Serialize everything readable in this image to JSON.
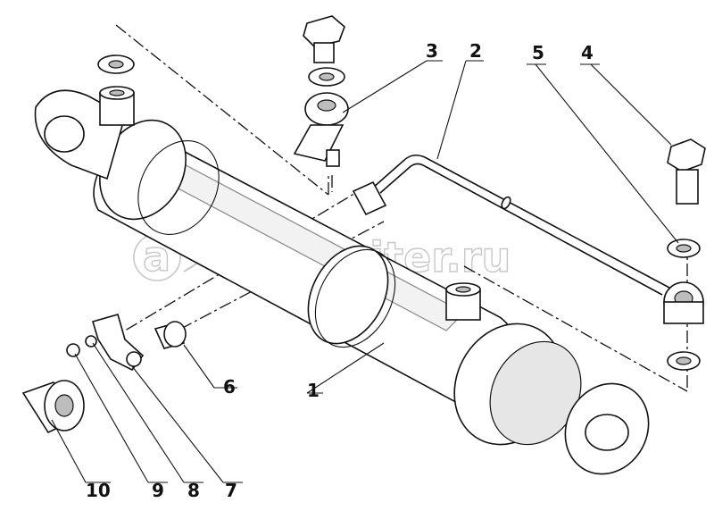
{
  "watermark": "autopiter.ru",
  "callouts": {
    "c1": "1",
    "c2": "2",
    "c3": "3",
    "c4": "4",
    "c5": "5",
    "c6": "6",
    "c7": "7",
    "c8": "8",
    "c9": "9",
    "c10": "10"
  }
}
